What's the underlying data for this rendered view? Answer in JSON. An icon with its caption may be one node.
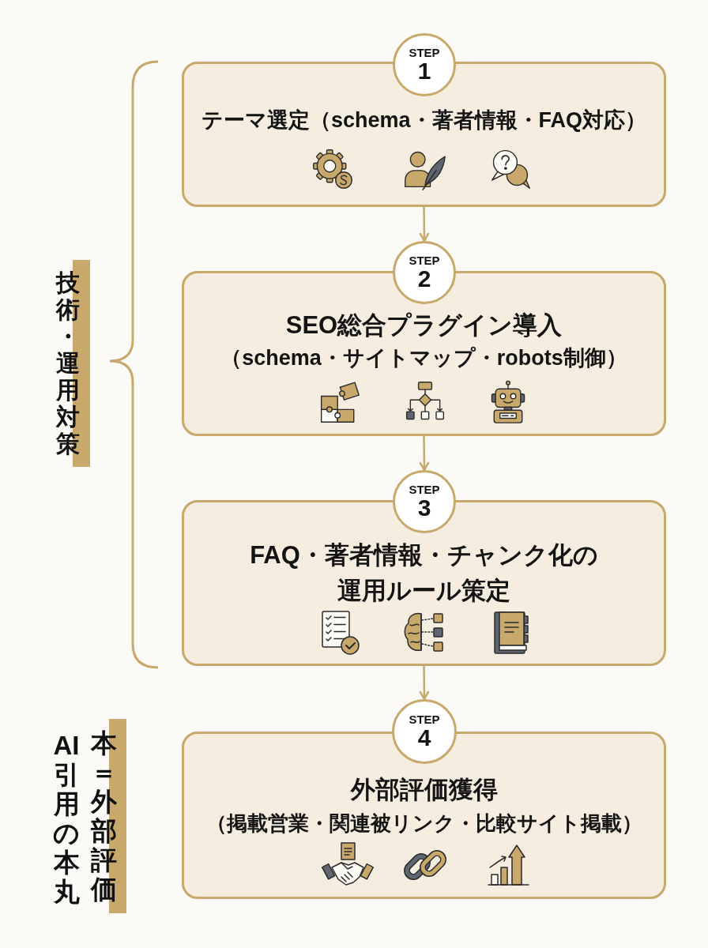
{
  "diagram": {
    "nodes": [
      {
        "text": [
          "STEP",
          "1"
        ]
      },
      {
        "text": [
          "テーマ選定（schema・著者情報・FAQ対応）"
        ]
      },
      {
        "text": [
          "STEP",
          "2"
        ]
      },
      {
        "text": [
          "SEO総合プラグイン導入",
          "（schema・サイトマップ・robots制御）"
        ]
      },
      {
        "text": [
          "STEP",
          "3"
        ]
      },
      {
        "text": [
          "FAQ・著者情報・チャンク化の運用ルール策定"
        ]
      },
      {
        "text": [
          "STEP",
          "4"
        ]
      },
      {
        "text": [
          "外部評価獲得",
          "（掲載営業・関連被リンク・比較サイト掲載）"
        ]
      }
    ],
    "edges": [
      {
        "from": 1,
        "to": 2,
        "arrow": "to"
      },
      {
        "from": 3,
        "to": 4,
        "arrow": "to"
      },
      {
        "from": 5,
        "to": 6,
        "arrow": "to"
      }
    ],
    "labels": [
      "技術・運用対策",
      "AI引用の本丸",
      "本＝外部評価"
    ]
  }
}
